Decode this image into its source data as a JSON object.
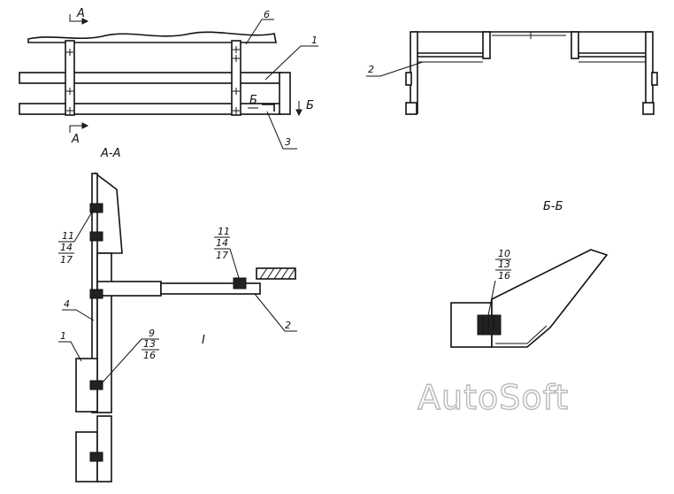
{
  "views": {
    "section_aa": "А-А",
    "section_bb": "Б-Б",
    "detail_i": "I"
  },
  "section_marks": {
    "a": "А",
    "b": "Б"
  },
  "callouts": {
    "top_1": "1",
    "top_6": "6",
    "top_3": "3",
    "right_2": "2",
    "left_4": "4",
    "left_1": "1",
    "left_2": "2",
    "stack_upper": [
      "11",
      "14",
      "17"
    ],
    "stack_mid": [
      "11",
      "14",
      "17"
    ],
    "stack_lower": [
      "9",
      "13",
      "16"
    ],
    "stack_bb": [
      "10",
      "13",
      "16"
    ]
  },
  "watermark": "AutoSoft"
}
